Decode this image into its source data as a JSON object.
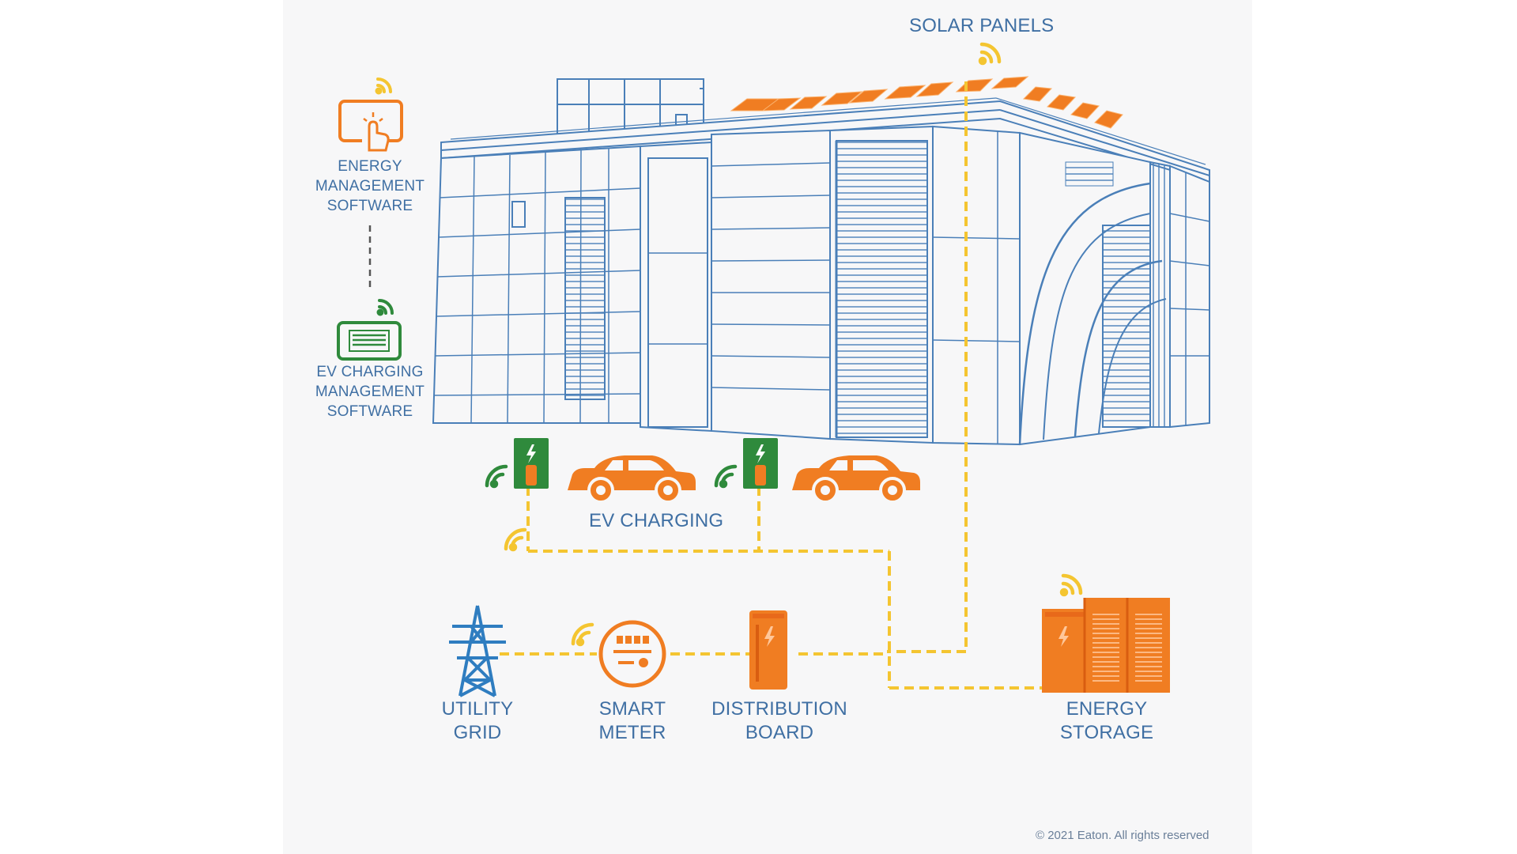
{
  "labels": {
    "solar_panels": "SOLAR PANELS",
    "energy_mgmt": [
      "ENERGY",
      "MANAGEMENT",
      "SOFTWARE"
    ],
    "ev_mgmt": [
      "EV CHARGING",
      "MANAGEMENT",
      "SOFTWARE"
    ],
    "ev_charging": "EV CHARGING",
    "utility_grid": [
      "UTILITY",
      "GRID"
    ],
    "smart_meter": [
      "SMART",
      "METER"
    ],
    "distribution_board": [
      "DISTRIBUTION",
      "BOARD"
    ],
    "energy_storage": [
      "ENERGY",
      "STORAGE"
    ]
  },
  "copyright": "© 2021 Eaton. All rights reserved",
  "colors": {
    "building_line": "#4a7fb8",
    "orange": "#f07d22",
    "green": "#2f8a3c",
    "connector": "#f4c531",
    "label_blue": "#3f6fa3",
    "background": "#f7f7f8"
  },
  "icons": [
    "building",
    "solar-panels",
    "energy-management-icon",
    "ev-charging-management-icon",
    "ev-charger-icon",
    "car-icon",
    "transmission-tower-icon",
    "smart-meter-icon",
    "distribution-board-icon",
    "energy-storage-icon",
    "wifi-signal-icon"
  ]
}
